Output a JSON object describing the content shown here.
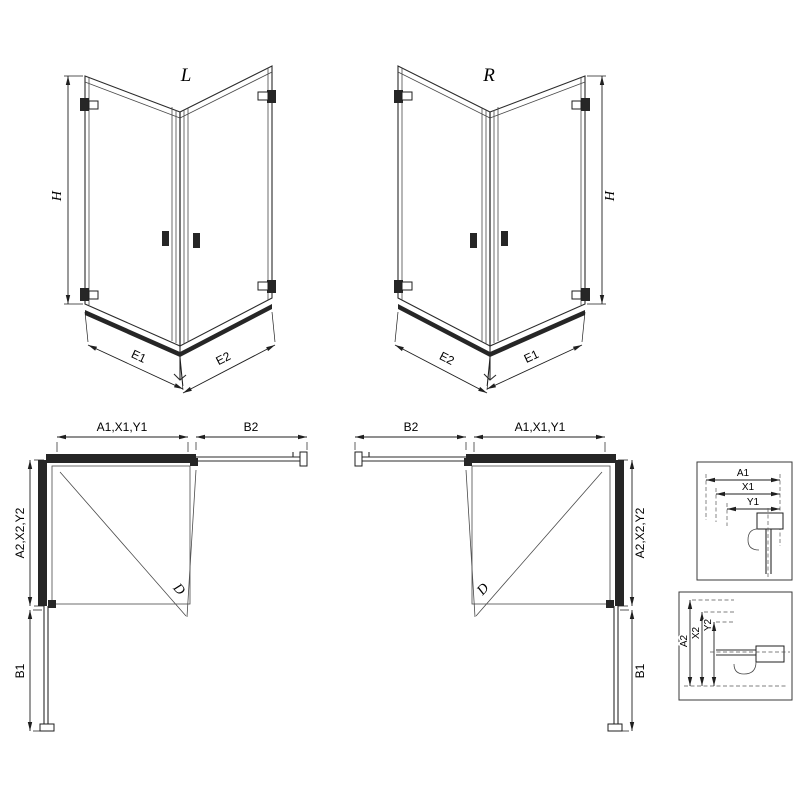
{
  "diagram": {
    "iso_left": {
      "variant_label": "L",
      "height_dim": "H",
      "bottom_left_dim": "E1",
      "bottom_right_dim": "E2"
    },
    "iso_right": {
      "variant_label": "R",
      "height_dim": "H",
      "bottom_left_dim": "E2",
      "bottom_right_dim": "E1"
    },
    "plan_left": {
      "top_left_dim": "A1,X1,Y1",
      "top_right_dim": "B2",
      "side_upper_dim": "A2,X2,Y2",
      "side_lower_dim": "B1",
      "diagonal_dim": "D"
    },
    "plan_right": {
      "top_left_dim": "B2",
      "top_right_dim": "A1,X1,Y1",
      "side_upper_dim": "A2,X2,Y2",
      "side_lower_dim": "B1",
      "diagonal_dim": "D"
    },
    "detail_top": {
      "dim_a": "A1",
      "dim_x": "X1",
      "dim_y": "Y1"
    },
    "detail_bottom": {
      "dim_a": "A2",
      "dim_x": "X2",
      "dim_y": "Y2"
    },
    "colors": {
      "line": "#2b2b2b",
      "dark_fill": "#262626",
      "background": "#ffffff"
    }
  }
}
